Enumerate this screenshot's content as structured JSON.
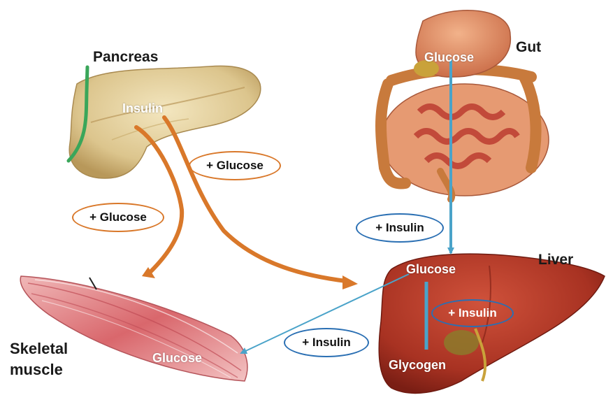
{
  "organs": {
    "pancreas": {
      "label": "Pancreas",
      "hormone": "Insulin"
    },
    "gut": {
      "label": "Gut",
      "content": "Glucose"
    },
    "liver": {
      "label": "Liver",
      "content": "Glucose",
      "storage": "Glycogen"
    },
    "muscle": {
      "label_line1": "Skeletal",
      "label_line2": "muscle",
      "content": "Glucose"
    }
  },
  "signals": {
    "pancreas_to_muscle": "+ Glucose",
    "pancreas_to_liver": "+ Glucose",
    "gut_to_liver": "+ Insulin",
    "liver_internal": "+ Insulin",
    "liver_to_muscle": "+ Insulin"
  },
  "colors": {
    "pancreas_arrows": "#d9782a",
    "insulin_arrows": "#2a6fb3",
    "glucose_flow": "#4aa3c9",
    "duct": "#3aa65a"
  }
}
